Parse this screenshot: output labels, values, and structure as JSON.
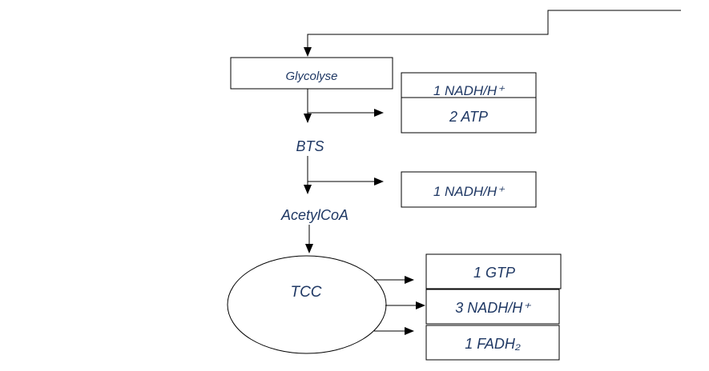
{
  "diagram": {
    "steps": {
      "glycolysis": "Glycolyse",
      "bts": "BTS",
      "acetylcoa": "AcetylCoA",
      "tcc": "TCC"
    },
    "glycolysis_outputs": {
      "nadh": "1 NADH/H⁺",
      "atp": "2 ATP"
    },
    "bts_outputs": {
      "nadh": "1 NADH/H⁺"
    },
    "tcc_outputs": {
      "gtp": "1 GTP",
      "nadh": "3 NADH/H⁺",
      "fadh2": "1 FADH₂"
    },
    "colors": {
      "label_text": "#1f3864",
      "lines": "#000000"
    }
  }
}
